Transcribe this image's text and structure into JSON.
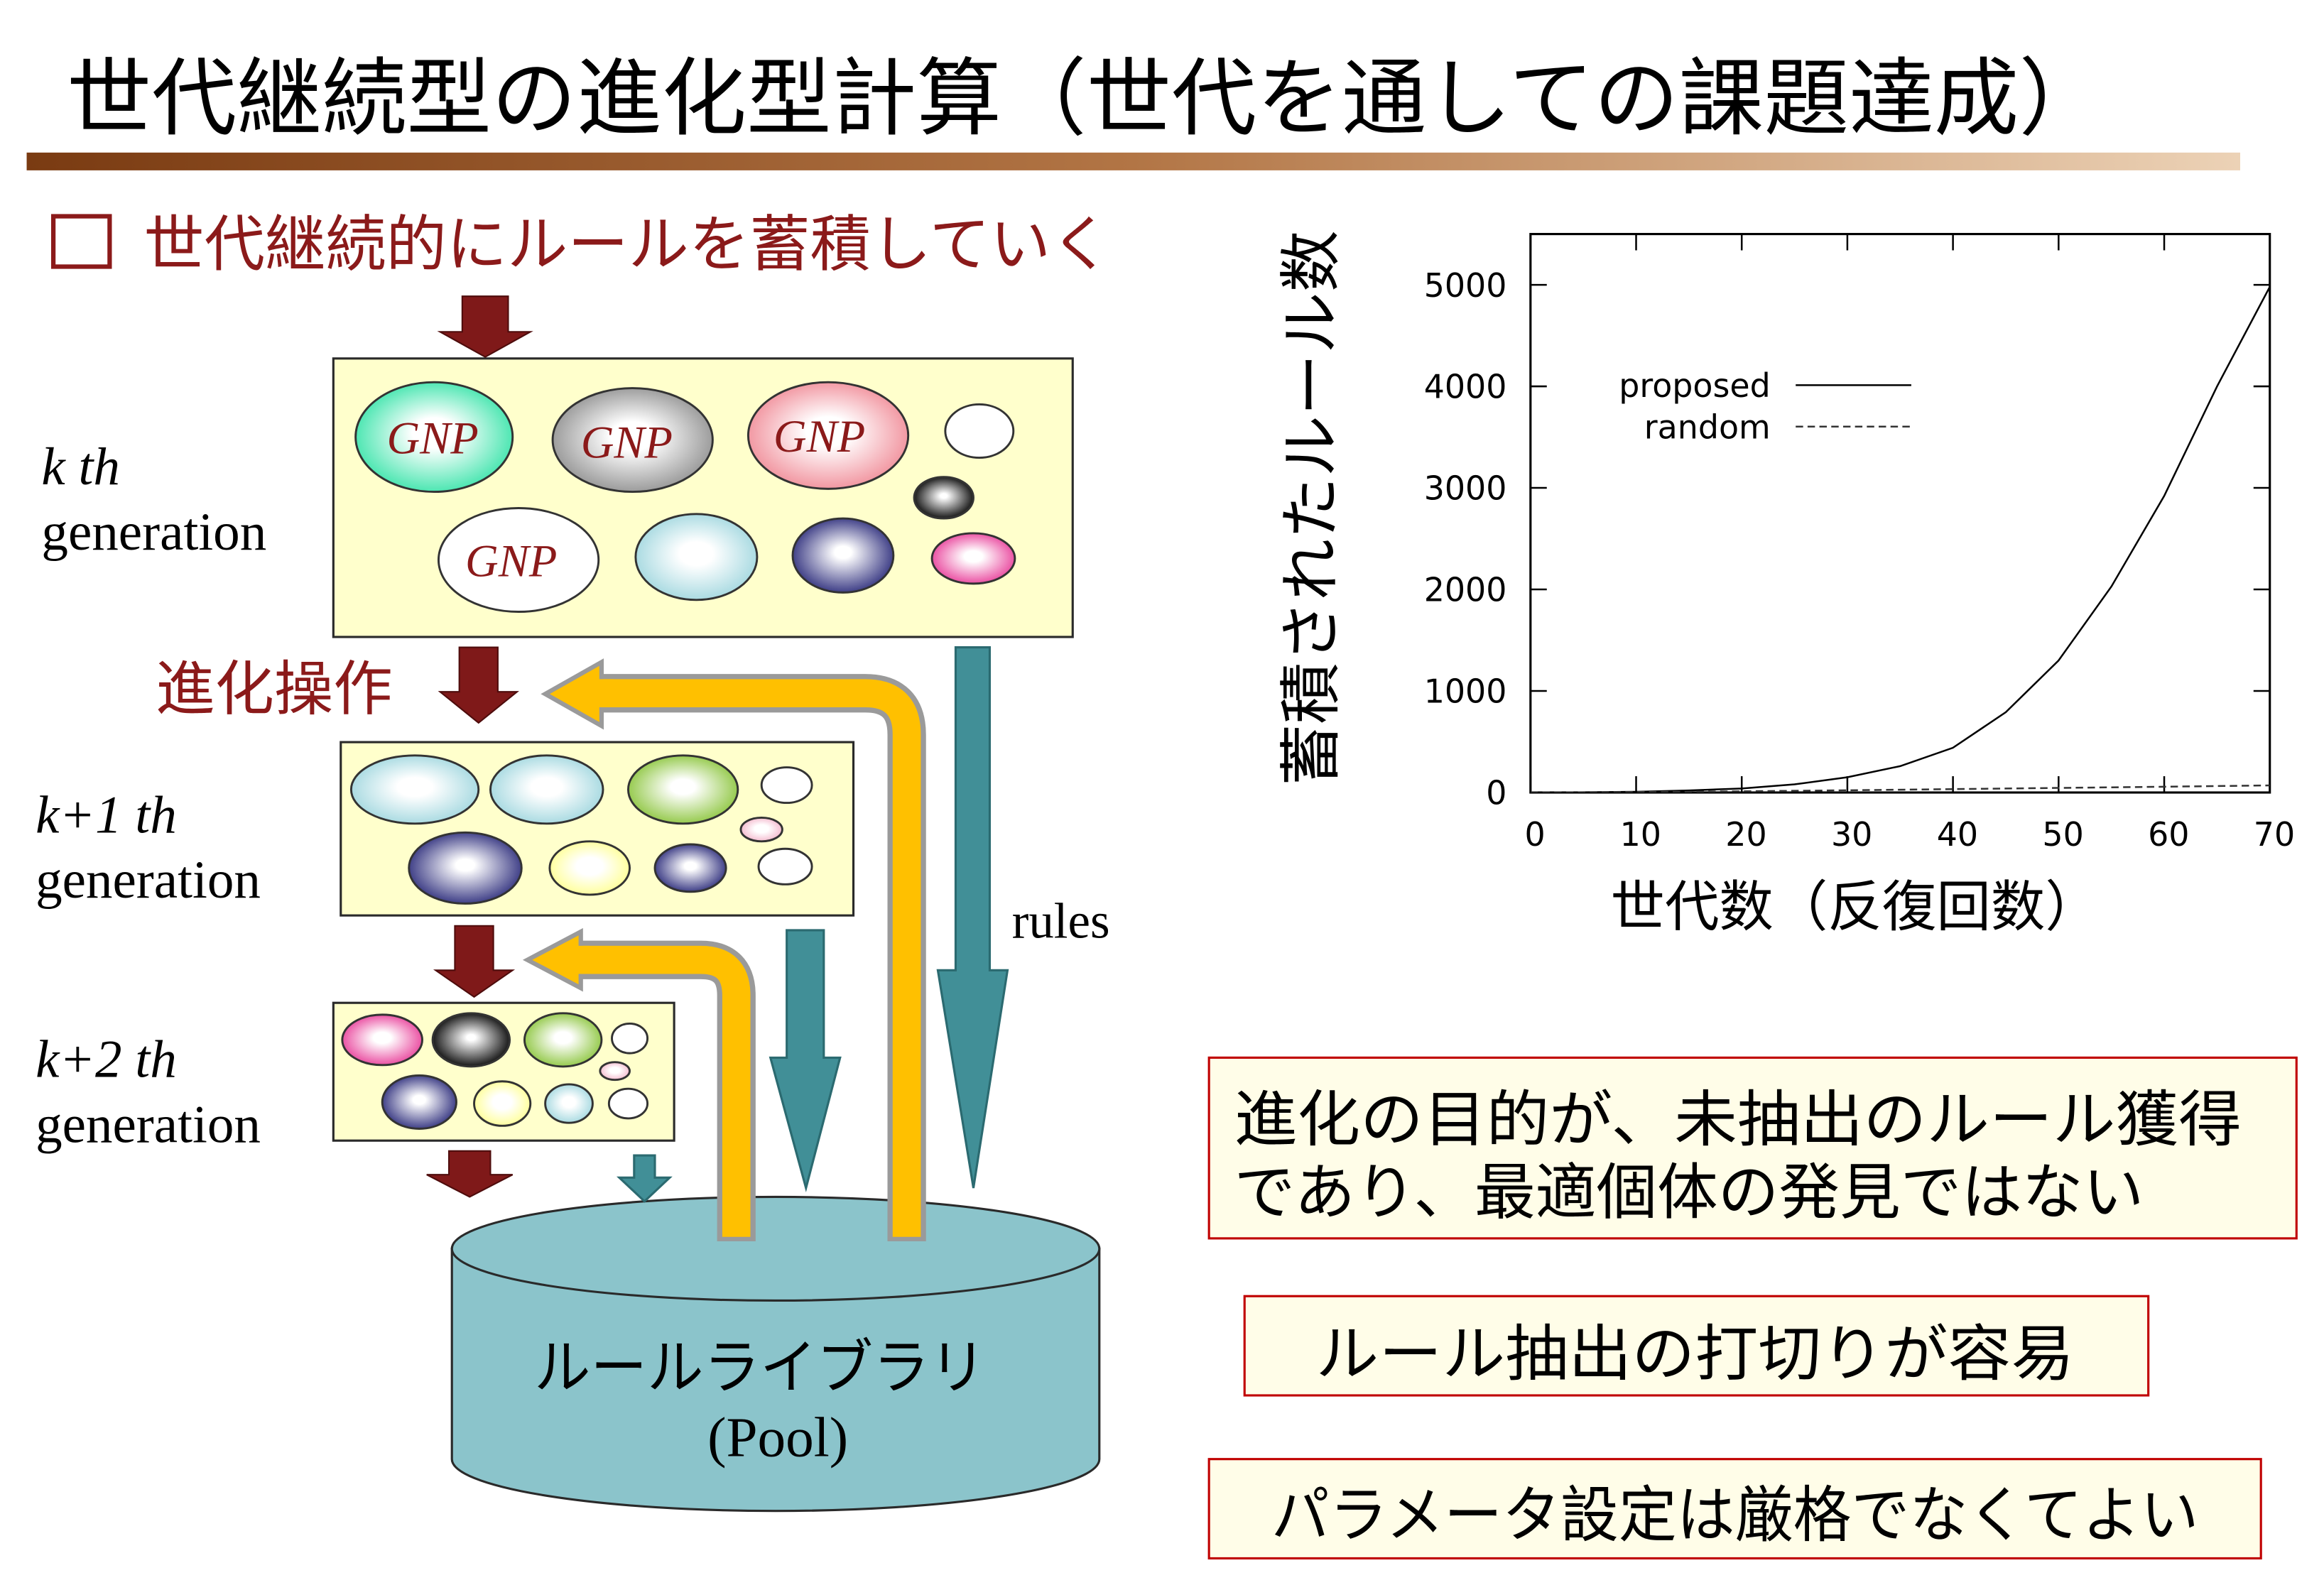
{
  "slide": {
    "title": "世代継続型の進化型計算（世代を通しての課題達成）",
    "bullet": "世代継続的にルールを蓄積していく"
  },
  "colors": {
    "accent": "#8b1a1a",
    "teal_arrow": "#418f97",
    "yellow_arrow": "#ffc000",
    "generation_fill": "#ffffcc",
    "library_fill": "#8bc4cb",
    "note_border": "#c00000",
    "note_fill": "#fffde8"
  },
  "diagram": {
    "generations": [
      {
        "label": "k th",
        "sub": "generation"
      },
      {
        "label": "k+1 th",
        "sub": "generation"
      },
      {
        "label": "k+2 th",
        "sub": "generation"
      }
    ],
    "individual_labels": [
      "GNP",
      "GNP",
      "GNP",
      "GNP"
    ],
    "operation_label": "進化操作",
    "rules_label": "rules",
    "library": {
      "name": "ルールライブラリ",
      "sub": "(Pool)"
    }
  },
  "notes": [
    {
      "lines": [
        "進化の目的が、未抽出のルール獲得",
        "であり、最適個体の発見ではない"
      ]
    },
    {
      "lines": [
        "ルール抽出の打切りが容易"
      ]
    },
    {
      "lines": [
        "パラメータ設定は厳格でなくてよい"
      ]
    }
  ],
  "chart_data": {
    "type": "line",
    "xlabel": "世代数（反復回数）",
    "ylabel": "蓄積されたルール数",
    "xlim": [
      0,
      70
    ],
    "ylim": [
      0,
      5500
    ],
    "xticks": [
      0,
      10,
      20,
      30,
      40,
      50,
      60,
      70
    ],
    "yticks": [
      0,
      1000,
      2000,
      3000,
      4000,
      5000
    ],
    "grid": false,
    "legend": "top-left",
    "series": [
      {
        "name": "proposed",
        "dashed": false,
        "x": [
          0,
          5,
          10,
          15,
          20,
          25,
          30,
          35,
          40,
          45,
          50,
          55,
          60,
          65,
          70
        ],
        "y": [
          0,
          2,
          8,
          20,
          40,
          80,
          150,
          260,
          440,
          790,
          1300,
          2030,
          2920,
          4000,
          4980
        ]
      },
      {
        "name": "random",
        "dashed": true,
        "x": [
          0,
          10,
          20,
          30,
          40,
          50,
          60,
          70
        ],
        "y": [
          0,
          5,
          12,
          22,
          33,
          45,
          57,
          70
        ]
      }
    ]
  }
}
